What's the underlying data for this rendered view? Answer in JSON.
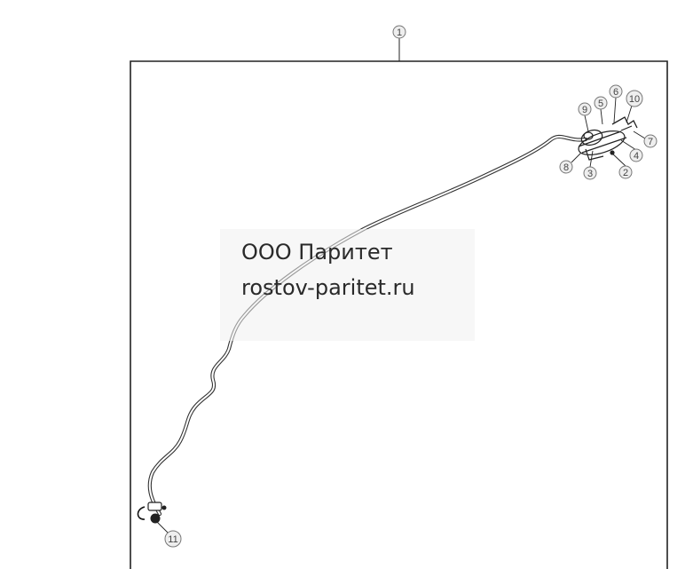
{
  "diagram": {
    "callouts": [
      {
        "id": "c1",
        "label": "1"
      },
      {
        "id": "c2",
        "label": "2"
      },
      {
        "id": "c3",
        "label": "3"
      },
      {
        "id": "c4",
        "label": "4"
      },
      {
        "id": "c5",
        "label": "5"
      },
      {
        "id": "c6",
        "label": "6"
      },
      {
        "id": "c7",
        "label": "7"
      },
      {
        "id": "c8",
        "label": "8"
      },
      {
        "id": "c9",
        "label": "9"
      },
      {
        "id": "c10",
        "label": "10"
      },
      {
        "id": "c11",
        "label": "11"
      }
    ]
  },
  "watermark": {
    "line1": "ООО Паритет",
    "line2": "rostov-paritet.ru"
  }
}
